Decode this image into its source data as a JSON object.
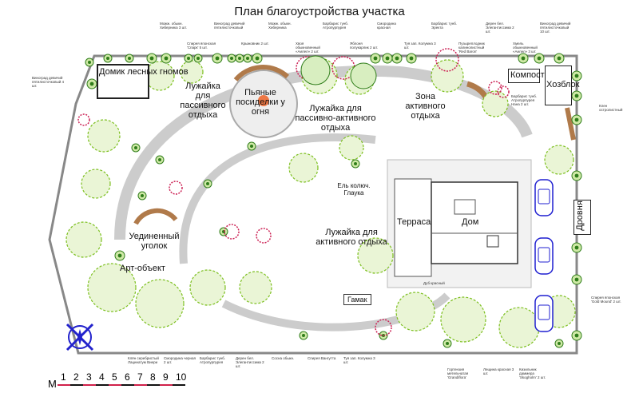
{
  "title": "План благоустройства участка",
  "zones": {
    "gnome_house": "Домик лесных гномов",
    "passive_lawn": "Лужайка для пассивного отдыха",
    "fire": "Пьяные посиделки у огня",
    "passive_active_lawn": "Лужайка для пассивно-активного отдыха",
    "active_zone": "Зона активного отдыха",
    "compost": "Компост",
    "shed": "Хозблок",
    "terrace": "Терраса",
    "house": "Дом",
    "woodshed": "Дровня",
    "secluded": "Уединенный уголок",
    "art": "Арт-объект",
    "active_lawn": "Лужайка для активного отдыха",
    "spruce": "Ель колюч. Глаука",
    "hammock": "Гамак"
  },
  "plant_labels": [
    "Можж. обыкн. Хиберника 3 шт.",
    "Спирея японская 'Спарк' 5 шт.",
    "Виноград девичий пятилисточковый",
    "Крыжовник 2 шт.",
    "Можж. обыкн. Хиберника",
    "Хвоя обыкновенный «Аилел» 2 шт.",
    "Барбарис тунб. Атропурпурея",
    "Яблоня полукарлик 2 шт.",
    "Смородина красная",
    "Туя зап. Колумна 3 шт.",
    "Барбарис тунб. Эректа",
    "Пузыреплодник калинолистный 'Red Baron'",
    "Дерен бел. Элегантиссима 2 шт.",
    "Хмель обыкновенный «Аилел» 3 шт.",
    "Виноград девичий пятилисточковый 10 шт.",
    "Виноград девичий пятилисточковый 4 шт.",
    "Барбарис тунб. Атропурпурея Нана 2 шт.",
    "Дуб красный",
    "Клён серебристый Лацинатум Виери",
    "Смородина черная 2 шт.",
    "Барбарис тунб. Атропурпурея",
    "Дерен бел. Элегантиссима 2 шт.",
    "Сосна обыкн.",
    "Спирея Вангутта",
    "Туя зап. Колумна 3 шт.",
    "Гортензия метельчатая 'Grandiflora'",
    "Лещина красная 3 шт.",
    "Кизильник даммера 'Skogholm' 2 шт.",
    "Спирея японская 'Gold Mound' 2 шт.",
    "Клен остролистный"
  ],
  "scale": {
    "prefix": "М",
    "marks": [
      "1",
      "2",
      "3",
      "4",
      "5",
      "6",
      "7",
      "8",
      "9",
      "10"
    ]
  },
  "colors": {
    "green": "#7cbf1f",
    "dark_green": "#2f7d1a",
    "path": "#b07a4a",
    "red": "#cc2255",
    "blue": "#1f1fd0"
  }
}
